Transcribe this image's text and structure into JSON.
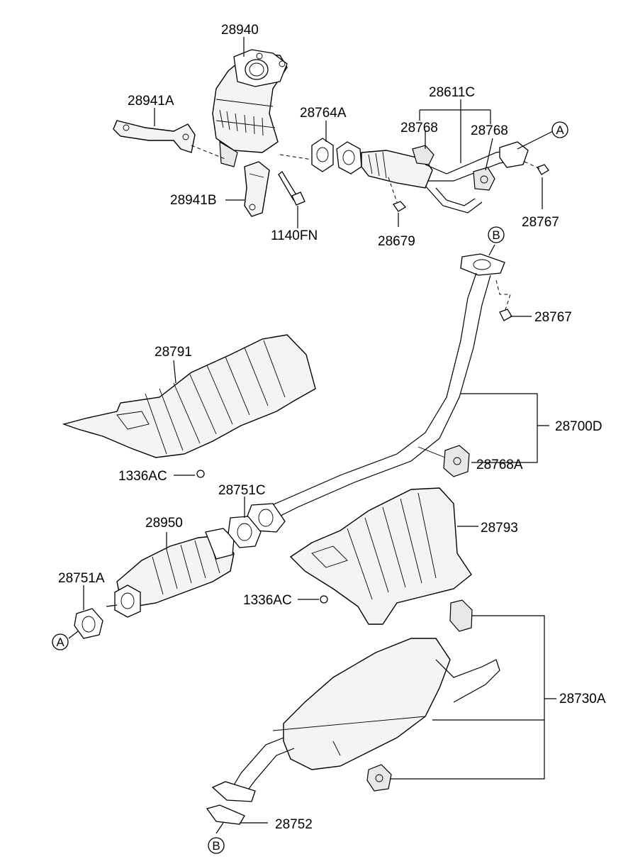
{
  "labels": {
    "p28940": "28940",
    "p28941A": "28941A",
    "p28941B": "28941B",
    "p1140FN": "1140FN",
    "p28764A": "28764A",
    "p28611C": "28611C",
    "p28768_left": "28768",
    "p28768_right": "28768",
    "p28679": "28679",
    "p28767_top": "28767",
    "p28767_mid": "28767",
    "p28791": "28791",
    "p1336AC_top": "1336AC",
    "p28700D": "28700D",
    "p28768A": "28768A",
    "p28751C": "28751C",
    "p28950": "28950",
    "p28793": "28793",
    "p28751A": "28751A",
    "p1336AC_bottom": "1336AC",
    "p28730A": "28730A",
    "p28752": "28752"
  },
  "refs": {
    "a_top": "A",
    "a_bottom": "A",
    "b_top": "B",
    "b_bottom": "B"
  }
}
